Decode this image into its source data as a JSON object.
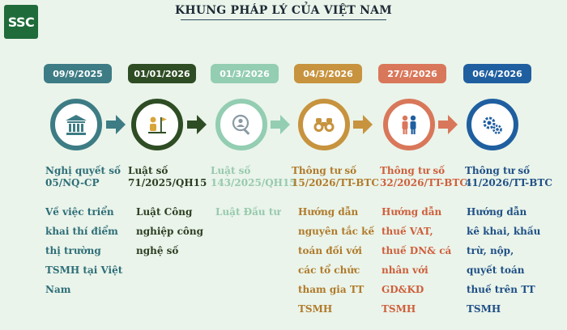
{
  "logo": "SSC",
  "title": "KHUNG PHÁP LÝ CỦA VIỆT NAM",
  "timeline": [
    {
      "date": "09/9/2025",
      "icon": "bank-icon",
      "doc_line1": "Nghị quyết số",
      "doc_line2": "05/NQ-CP",
      "desc": [
        "Về việc triển",
        "khai thí điểm",
        "thị trường",
        "TSMH tại Việt",
        "Nam"
      ],
      "badge_color": "#3d7c85",
      "text_color": "#2e6e78"
    },
    {
      "date": "01/01/2026",
      "icon": "flag-person-icon",
      "doc_line1": "Luật số",
      "doc_line2": "71/2025/QH15",
      "desc": [
        "Luật Công",
        "nghiệp công",
        "nghệ số"
      ],
      "badge_color": "#2f4d24",
      "text_color": "#2c3e22"
    },
    {
      "date": "01/3/2026",
      "icon": "magnifier-person-icon",
      "doc_line1": "Luật số",
      "doc_line2": "143/2025/QH15",
      "desc": [
        "Luật Đầu tư"
      ],
      "badge_color": "#93cdb2",
      "text_color": "#97c9ae"
    },
    {
      "date": "04/3/2026",
      "icon": "binoculars-icon",
      "doc_line1": "Thông tư số",
      "doc_line2": "15/2026/TT-BTC",
      "desc": [
        "Hướng dẫn",
        "nguyên tắc kế",
        "toán đối với",
        "các tổ chức",
        "tham gia TT",
        "TSMH"
      ],
      "badge_color": "#c7933e",
      "text_color": "#b07a2a"
    },
    {
      "date": "27/3/2026",
      "icon": "people-icon",
      "doc_line1": "Thông tư số",
      "doc_line2": "32/2026/TT-BTC",
      "desc": [
        "Hướng dẫn",
        "thuế VAT,",
        "thuế DN& cá",
        "nhân với",
        "GD&KD",
        "TSMH"
      ],
      "badge_color": "#d9775a",
      "text_color": "#cf5f3c"
    },
    {
      "date": "06/4/2026",
      "icon": "gears-icon",
      "doc_line1": "Thông tư số",
      "doc_line2": "41/2026/TT-BTC",
      "desc": [
        "Hướng dẫn",
        "kê khai, khấu",
        "trừ, nộp,",
        "quyết toán",
        "thuế trên TT",
        "TSMH"
      ],
      "badge_color": "#1f5fa0",
      "text_color": "#1f4f86"
    }
  ]
}
